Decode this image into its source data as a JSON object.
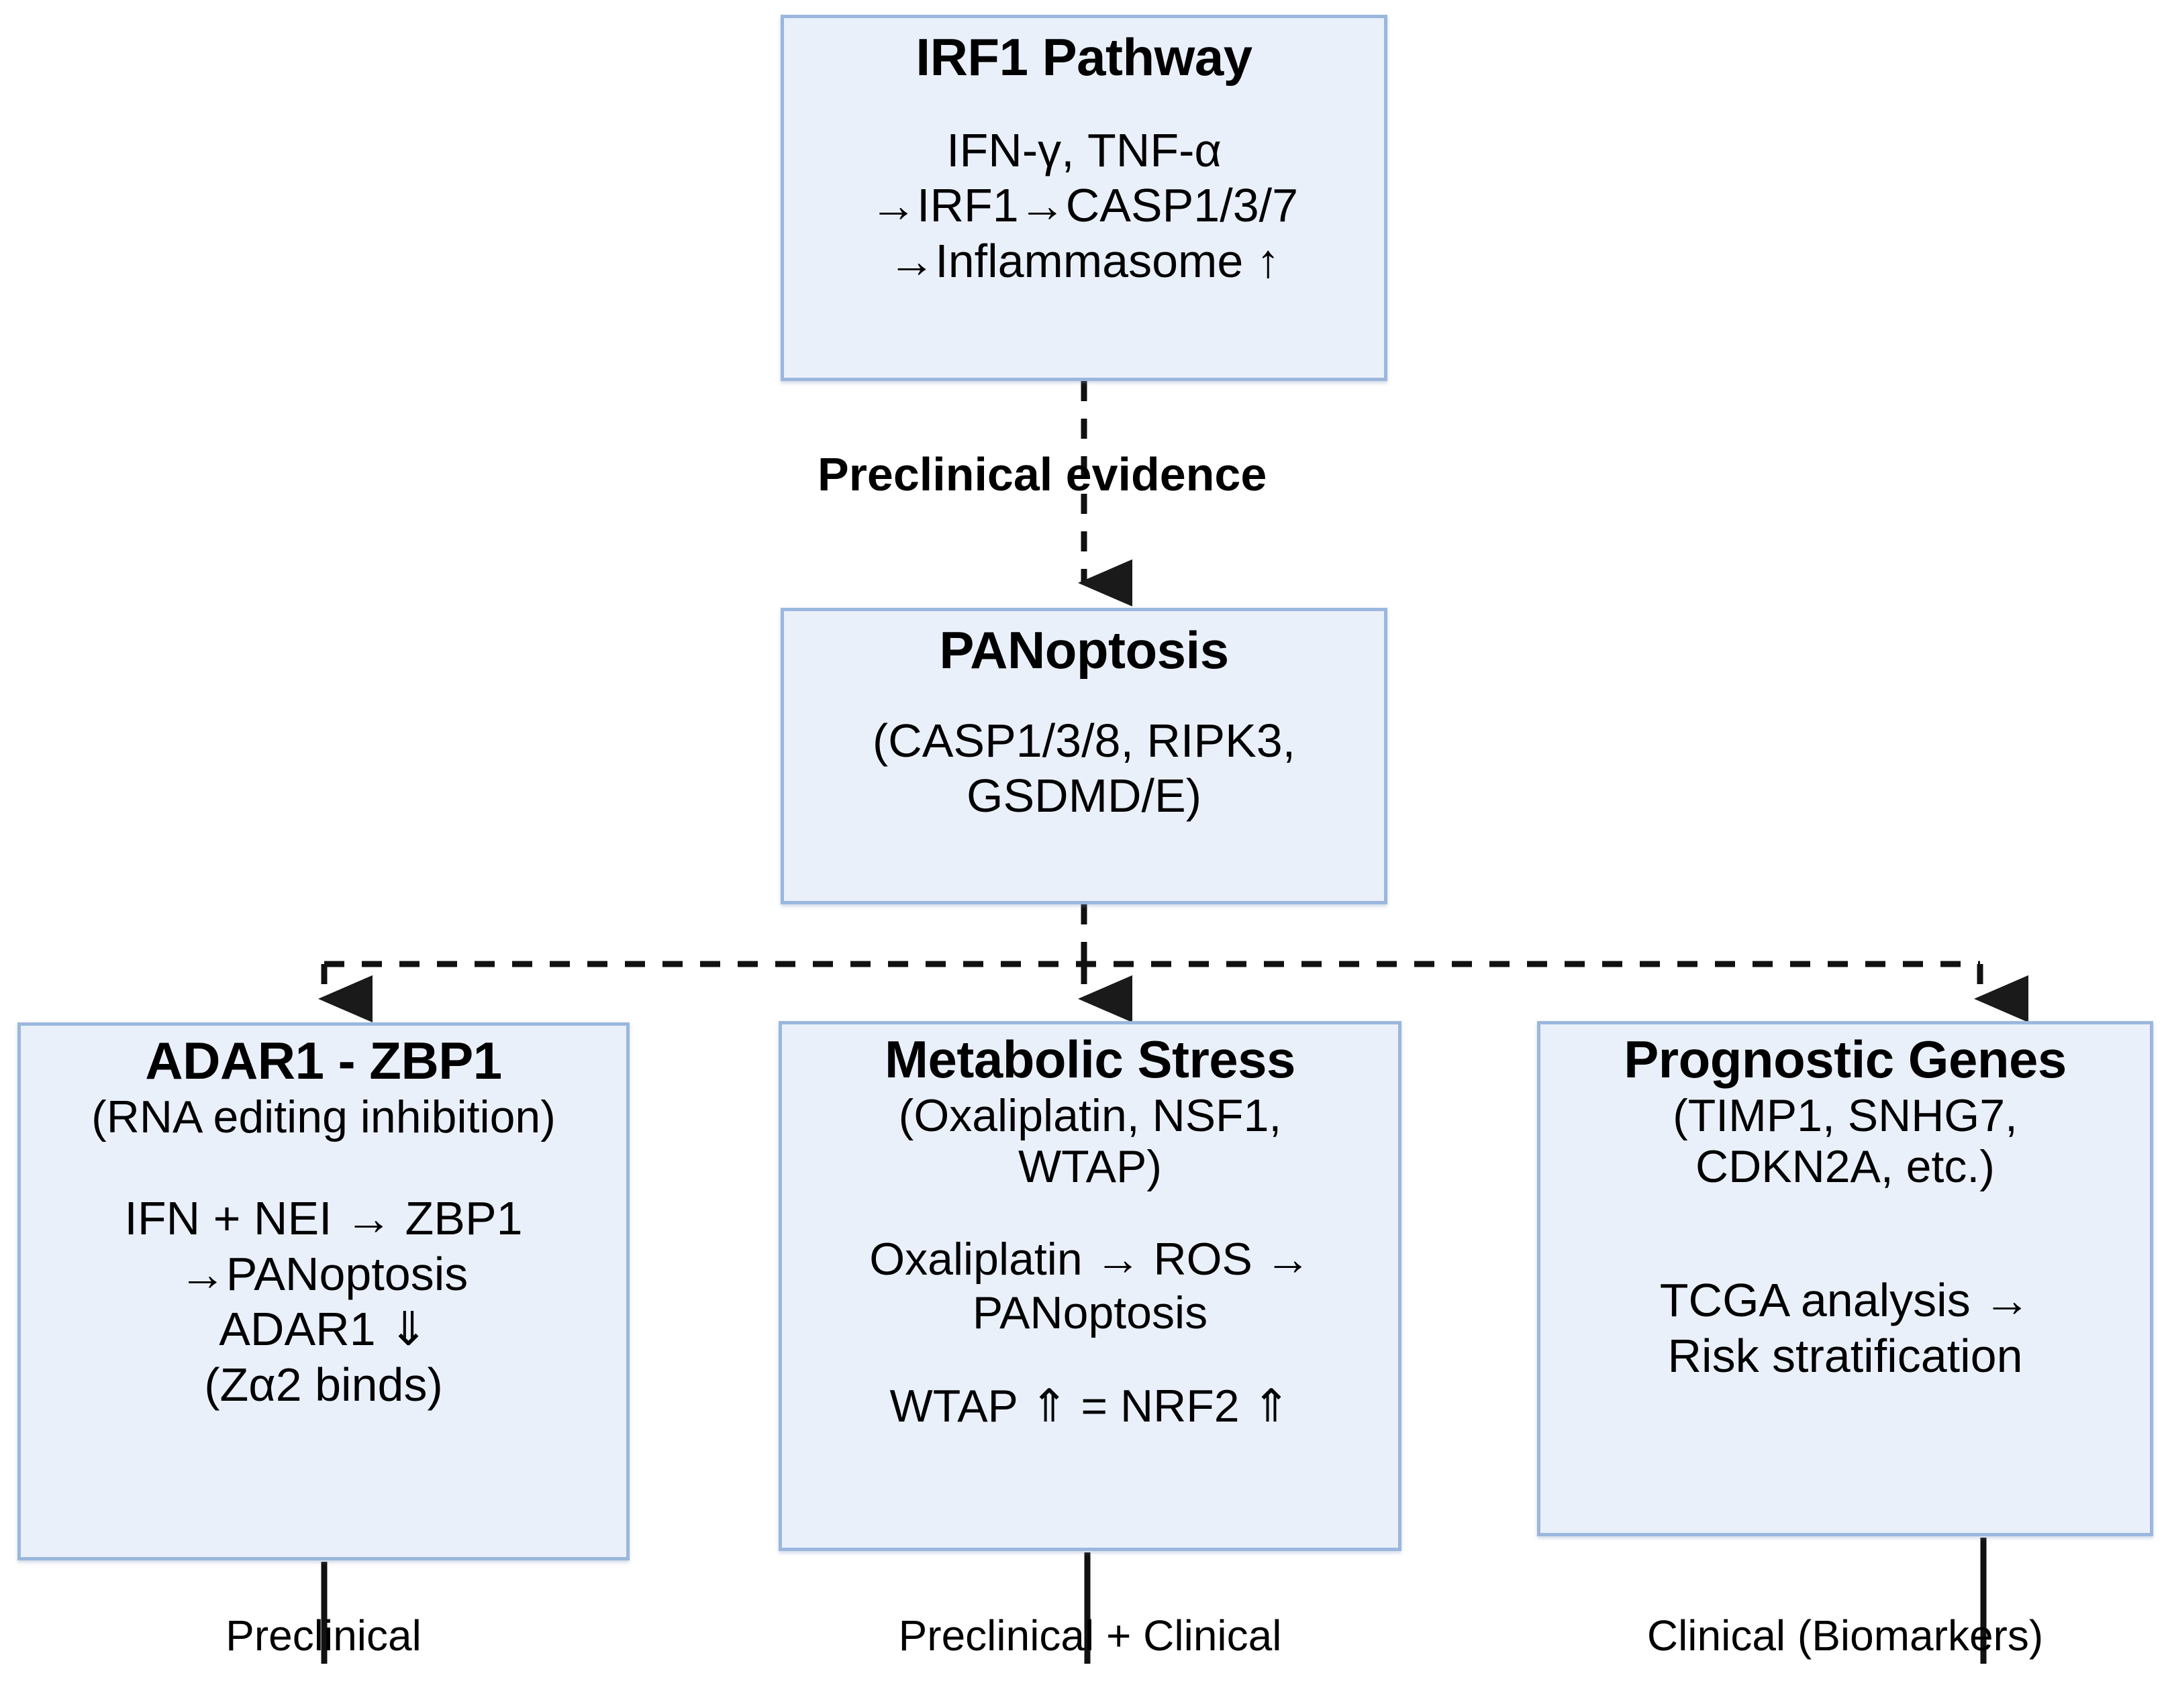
{
  "diagram": {
    "nodes": {
      "irf1": {
        "title": "IRF1 Pathway",
        "body": "IFN-γ, TNF-α\n→IRF1→CASP1/3/7\n→Inflammasome ↑"
      },
      "panoptosis": {
        "title": "PANoptosis",
        "body": "(CASP1/3/8, RIPK3,\nGSDMD/E)"
      },
      "adar1": {
        "title": "ADAR1 - ZBP1",
        "subtitle": "(RNA editing inhibition)",
        "body": "IFN + NEI → ZBP1\n→PANoptosis\nADAR1 ⇓\n(Zα2 binds)"
      },
      "metabolic": {
        "title": "Metabolic Stress",
        "subtitle": "(Oxaliplatin, NSF1,\nWTAP)",
        "body": "Oxaliplatin → ROS →\nPANoptosis",
        "body2": "WTAP ⇑ = NRF2 ⇑"
      },
      "prognostic": {
        "title": "Prognostic Genes",
        "subtitle": "(TIMP1, SNHG7,\nCDKN2A, etc.)",
        "body": "TCGA analysis →\nRisk stratification"
      }
    },
    "edges": {
      "irf1_to_panoptosis_label": "Preclinical evidence"
    },
    "footers": {
      "adar1": "Preclinical",
      "metabolic": "Preclinical + Clinical",
      "prognostic": "Clinical (Biomarkers)"
    },
    "colors": {
      "node_fill": "#eaf0fa",
      "node_border": "#9bb7dd",
      "connector": "#000000",
      "background": "#ffffff"
    }
  }
}
